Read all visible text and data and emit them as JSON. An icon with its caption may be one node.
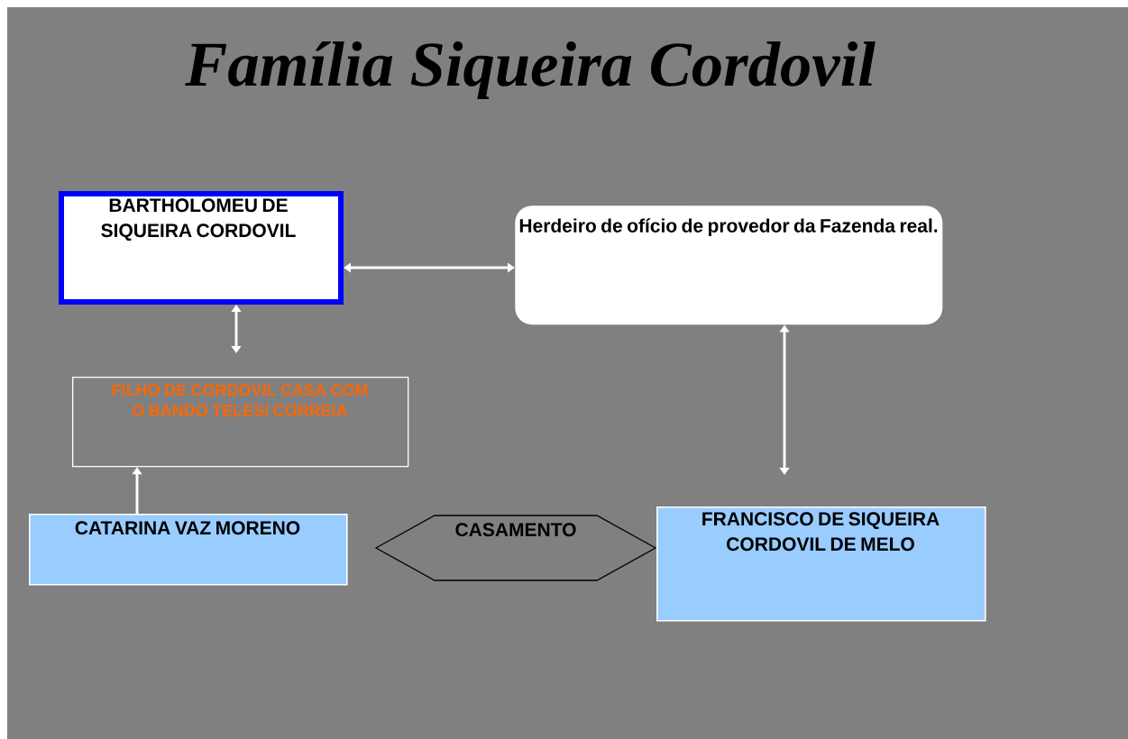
{
  "diagram": {
    "title": "Família Siqueira Cordovil",
    "nodes": [
      {
        "text": [
          "BARTHOLOMEU DE SIQUEIRA CORDOVIL"
        ]
      },
      {
        "text": [
          "Herdeiro de ofício de provedor da Fazenda real."
        ]
      },
      {
        "text": [
          "FILHO DE CORDOVIL CASA COM O BANDO  TELES/ CORREIA"
        ]
      },
      {
        "text": [
          "CATARINA VAZ MORENO"
        ]
      },
      {
        "text": [
          "CASAMENTO"
        ]
      },
      {
        "text": [
          "FRANCISCO DE SIQUEIRA CORDOVIL DE MELO"
        ]
      }
    ],
    "edges": [
      {
        "from": 0,
        "to": 1,
        "arrow": "both"
      },
      {
        "from": 0,
        "to": 2,
        "arrow": "both"
      },
      {
        "from": 3,
        "to": 2,
        "arrow": "to"
      },
      {
        "from": 1,
        "to": 5,
        "arrow": "both"
      }
    ]
  }
}
